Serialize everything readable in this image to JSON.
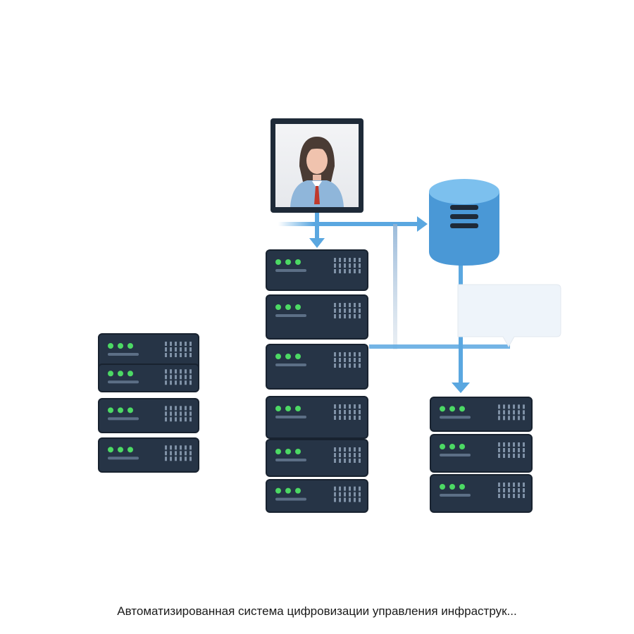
{
  "caption": "Автоматизированная система цифровизации управления инфраструк...",
  "colors": {
    "rack_unit": "#263446",
    "rack_border": "#18222f",
    "led": "#4cd964",
    "connector": "#5aa7e0",
    "database": "#4a98d6",
    "database_top": "#7cc0ee",
    "monitor_frame": "#1e2a38",
    "monitor_screen": "#eef1f5",
    "callout": "#eef4fa"
  },
  "nodes": [
    {
      "id": "user-monitor",
      "kind": "monitor",
      "icon": "user-avatar-icon"
    },
    {
      "id": "database",
      "kind": "database",
      "icon": "database-icon"
    },
    {
      "id": "callout",
      "kind": "callout"
    },
    {
      "id": "server-rack-left",
      "kind": "rack",
      "units": 4
    },
    {
      "id": "server-rack-center",
      "kind": "rack",
      "units": 6
    },
    {
      "id": "server-rack-right",
      "kind": "rack",
      "units": 3
    }
  ]
}
